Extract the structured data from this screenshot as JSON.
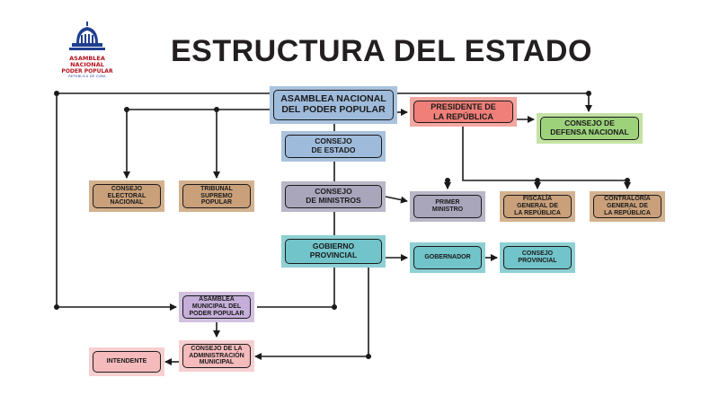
{
  "title": "ESTRUCTURA DEL ESTADO",
  "logo": {
    "line1": "ASAMBLEA NACIONAL",
    "line2": "PODER POPULAR",
    "line3": "REPÚBLICA DE CUBA",
    "icon": "capitol-dome-icon"
  },
  "colors": {
    "blue": "#9fbbdb",
    "red": "#f07f79",
    "green": "#9dd27b",
    "brown": "#c9a07a",
    "gray": "#a9a6bc",
    "teal": "#71c4c9",
    "lilac": "#c5afd9",
    "pink": "#f4babc"
  },
  "nodes": {
    "asamblea_nacional": "ASAMBLEA NACIONAL\nDEL PODER POPULAR",
    "presidente": "PRESIDENTE DE\nLA REPÚBLICA",
    "consejo_defensa": "CONSEJO DE\nDEFENSA NACIONAL",
    "consejo_estado": "CONSEJO\nDE ESTADO",
    "consejo_electoral": "CONSEJO\nELECTORAL\nNACIONAL",
    "tribunal_supremo": "TRIBUNAL\nSUPREMO\nPOPULAR",
    "consejo_ministros": "CONSEJO\nDE MINISTROS",
    "primer_ministro": "PRIMER\nMINISTRO",
    "fiscalia": "FISCALÍA\nGENERAL DE\nLA REPÚBLICA",
    "contraloria": "CONTRALORÍA\nGENERAL DE\nLA REPÚBLICA",
    "gobierno_provincial": "GOBIERNO\nPROVINCIAL",
    "gobernador": "GOBERNADOR",
    "consejo_provincial": "CONSEJO\nPROVINCIAL",
    "asamblea_municipal": "ASAMBLEA\nMUNICIPAL DEL\nPODER POPULAR",
    "consejo_administracion": "CONSEJO DE LA\nADMINISTRACIÓN\nMUNICIPAL",
    "intendente": "INTENDENTE"
  }
}
